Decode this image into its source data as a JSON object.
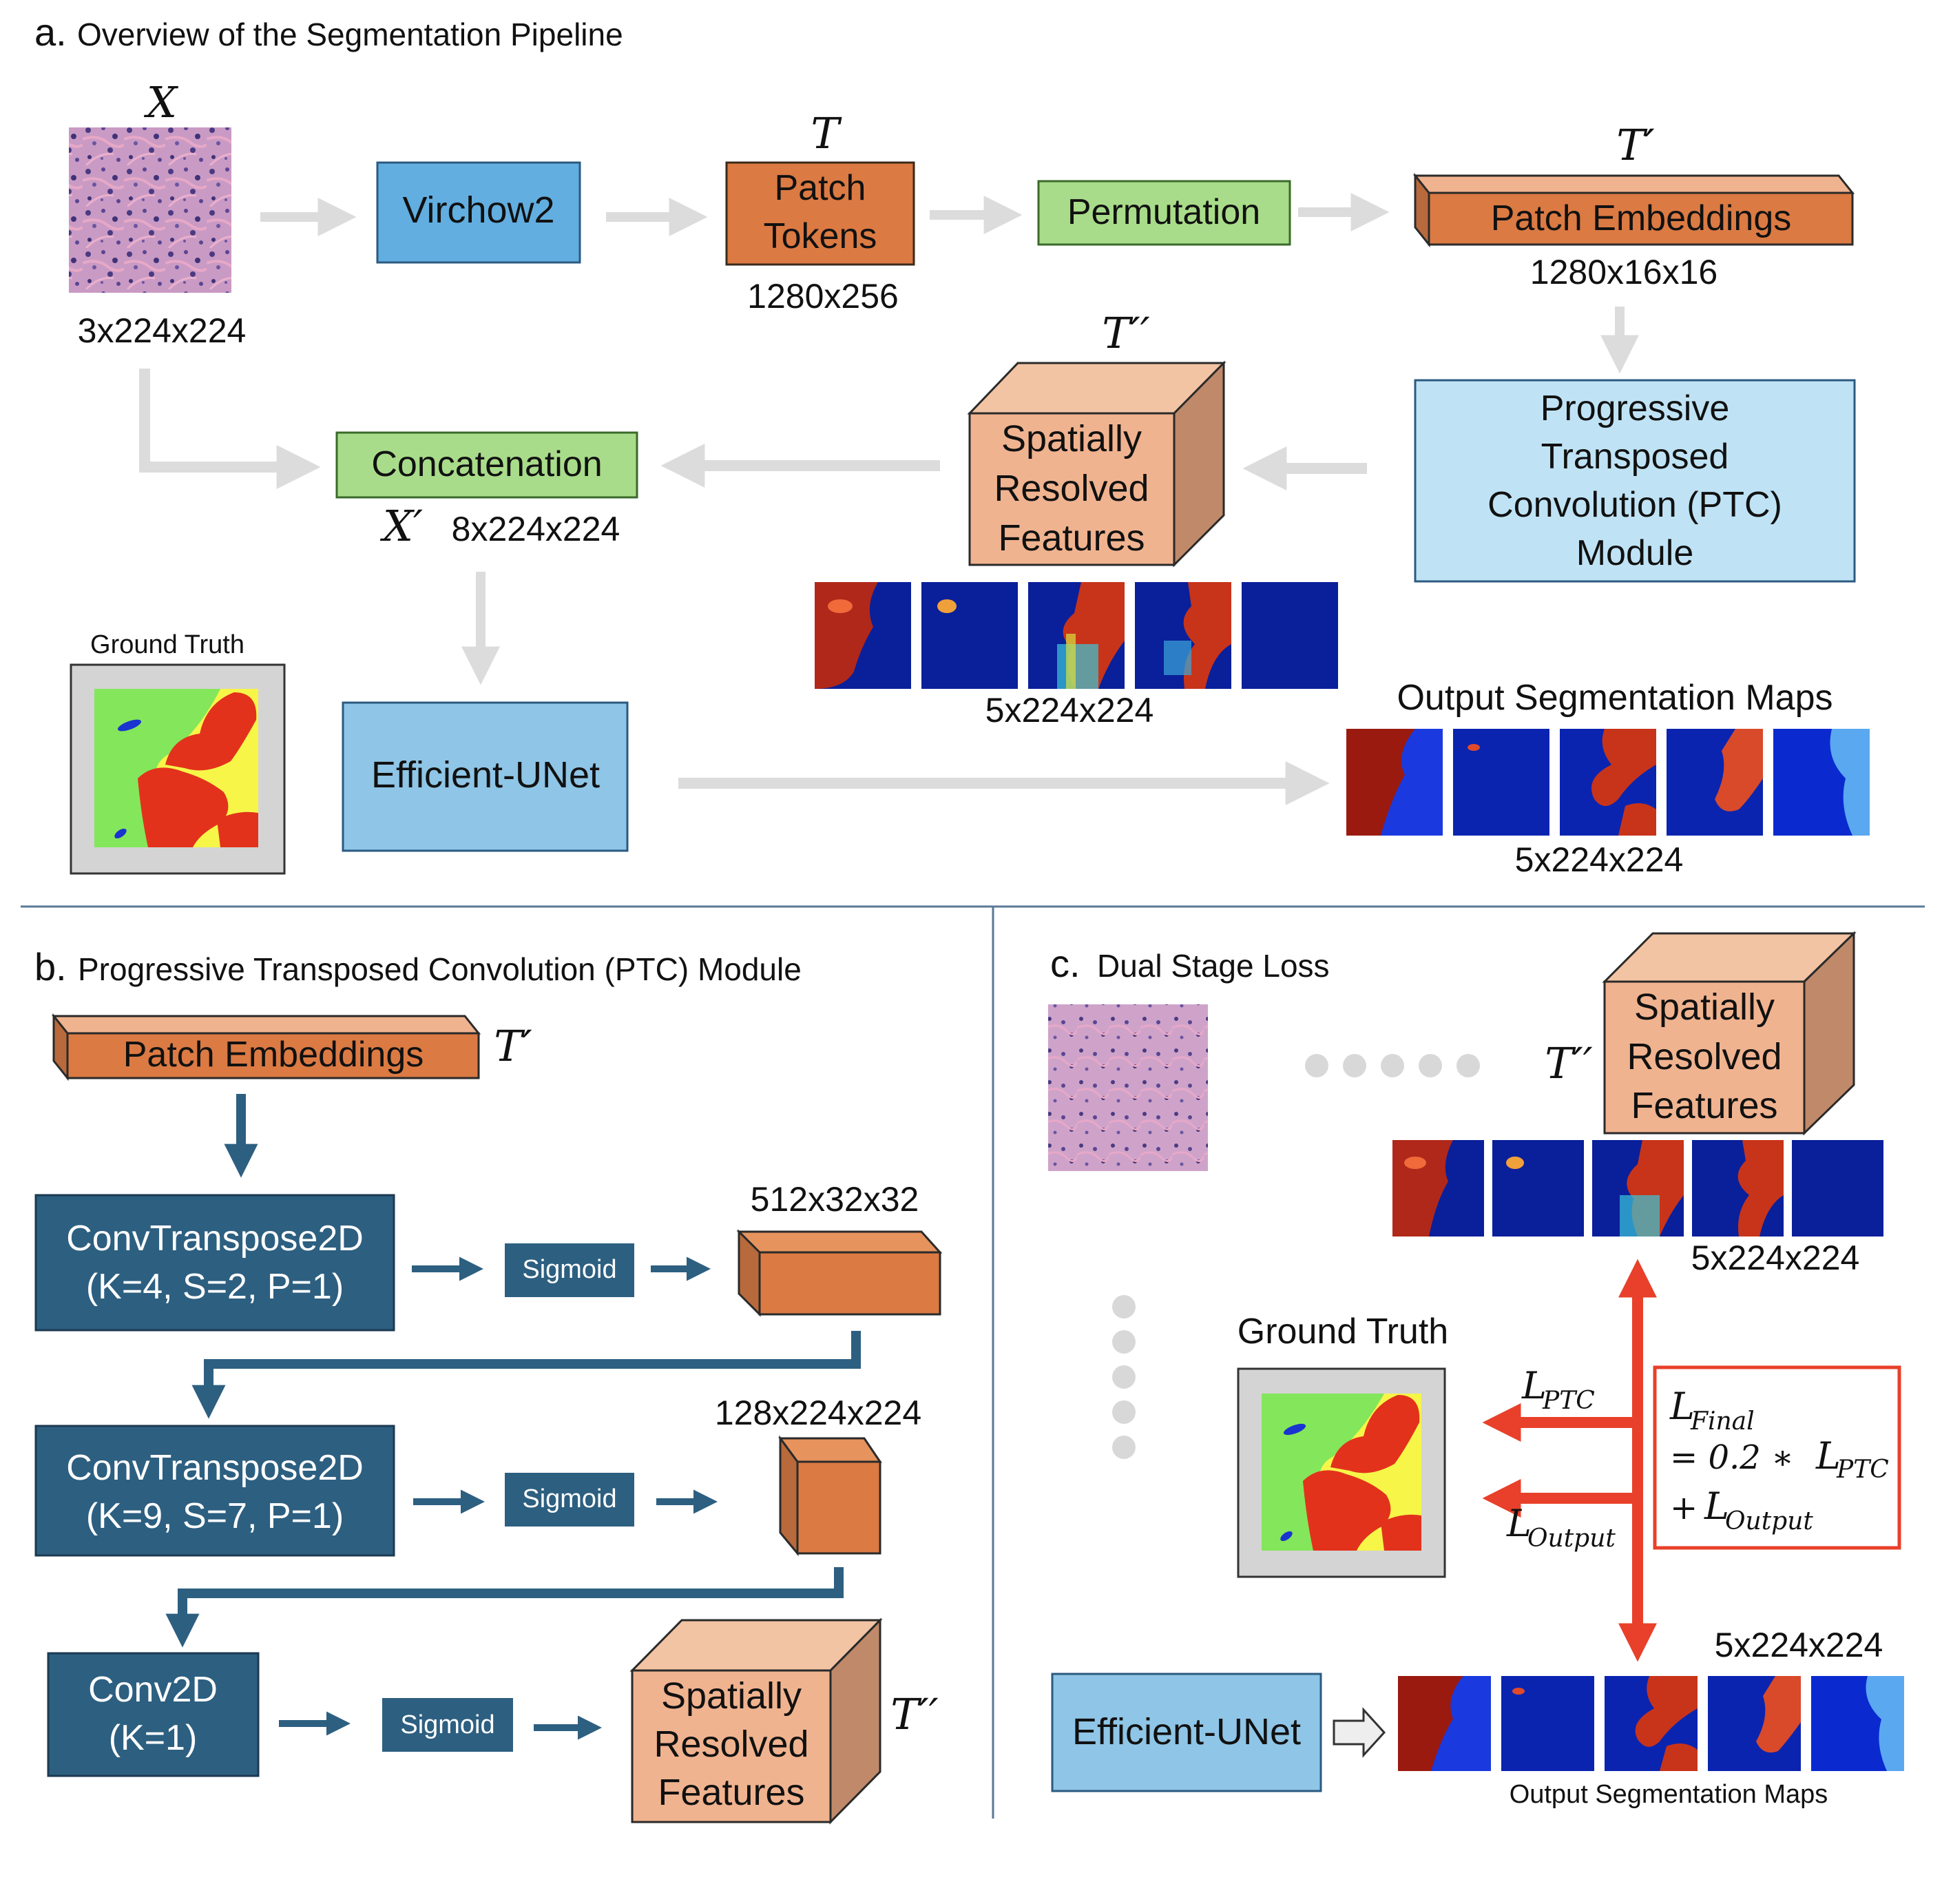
{
  "colors": {
    "virchow_blue": "#62aee0",
    "light_blue": "#bfe3f5",
    "unet_blue": "#8fc5e6",
    "green": "#a9dc8a",
    "orange": "#db7a43",
    "salmon": "#f0b38f",
    "dark_teal": "#2d5f80",
    "gray_arrow": "#dcdcdc",
    "red": "#e8402a"
  },
  "panel_a": {
    "letter": "a.",
    "title": "Overview of the Segmentation Pipeline",
    "x_label": "X",
    "input_dims": "3x224x224",
    "virchow": "Virchow2",
    "t_label": "T",
    "patch_tokens": [
      "Patch",
      "Tokens"
    ],
    "tokens_dims": "1280x256",
    "permutation": "Permutation",
    "tprime_label": "T′",
    "patch_embeddings": "Patch Embeddings",
    "embed_dims": "1280x16x16",
    "ptc_module": [
      "Progressive",
      "Transposed",
      "Convolution (PTC)",
      "Module"
    ],
    "tdprime_label": "T′′",
    "srf": [
      "Spatially",
      "Resolved",
      "Features"
    ],
    "srf_dims": "5x224x224",
    "concatenation": "Concatenation",
    "xprime_label": "X′",
    "concat_dims": "8x224x224",
    "ground_truth": "Ground Truth",
    "efficient_unet": "Efficient-UNet",
    "output_title": "Output Segmentation Maps",
    "output_dims": "5x224x224"
  },
  "panel_b": {
    "letter": "b.",
    "title": "Progressive Transposed Convolution (PTC) Module",
    "patch_embeddings": "Patch Embeddings",
    "tprime_label": "T′",
    "conv1": [
      "ConvTranspose2D",
      "(K=4, S=2, P=1)"
    ],
    "sigmoid1": "Sigmoid",
    "dims1": "512x32x32",
    "conv2": [
      "ConvTranspose2D",
      "(K=9, S=7, P=1)"
    ],
    "sigmoid2": "Sigmoid",
    "dims2": "128x224x224",
    "conv3": [
      "Conv2D",
      "(K=1)"
    ],
    "sigmoid3": "Sigmoid",
    "srf": [
      "Spatially",
      "Resolved",
      "Features"
    ],
    "tdprime_label": "T′′"
  },
  "panel_c": {
    "letter": "c.",
    "title": "Dual Stage Loss",
    "tdprime_label": "T′′",
    "srf": [
      "Spatially",
      "Resolved",
      "Features"
    ],
    "srf_dims": "5x224x224",
    "ground_truth": "Ground Truth",
    "l_ptc": "PTC",
    "l_output": "Output",
    "final_line1": "Final",
    "final_line2": "= 0.2 ∗ ",
    "final_line3": "+ ",
    "efficient_unet": "Efficient-UNet",
    "output_dims": "5x224x224",
    "output_caption": "Output Segmentation Maps"
  }
}
